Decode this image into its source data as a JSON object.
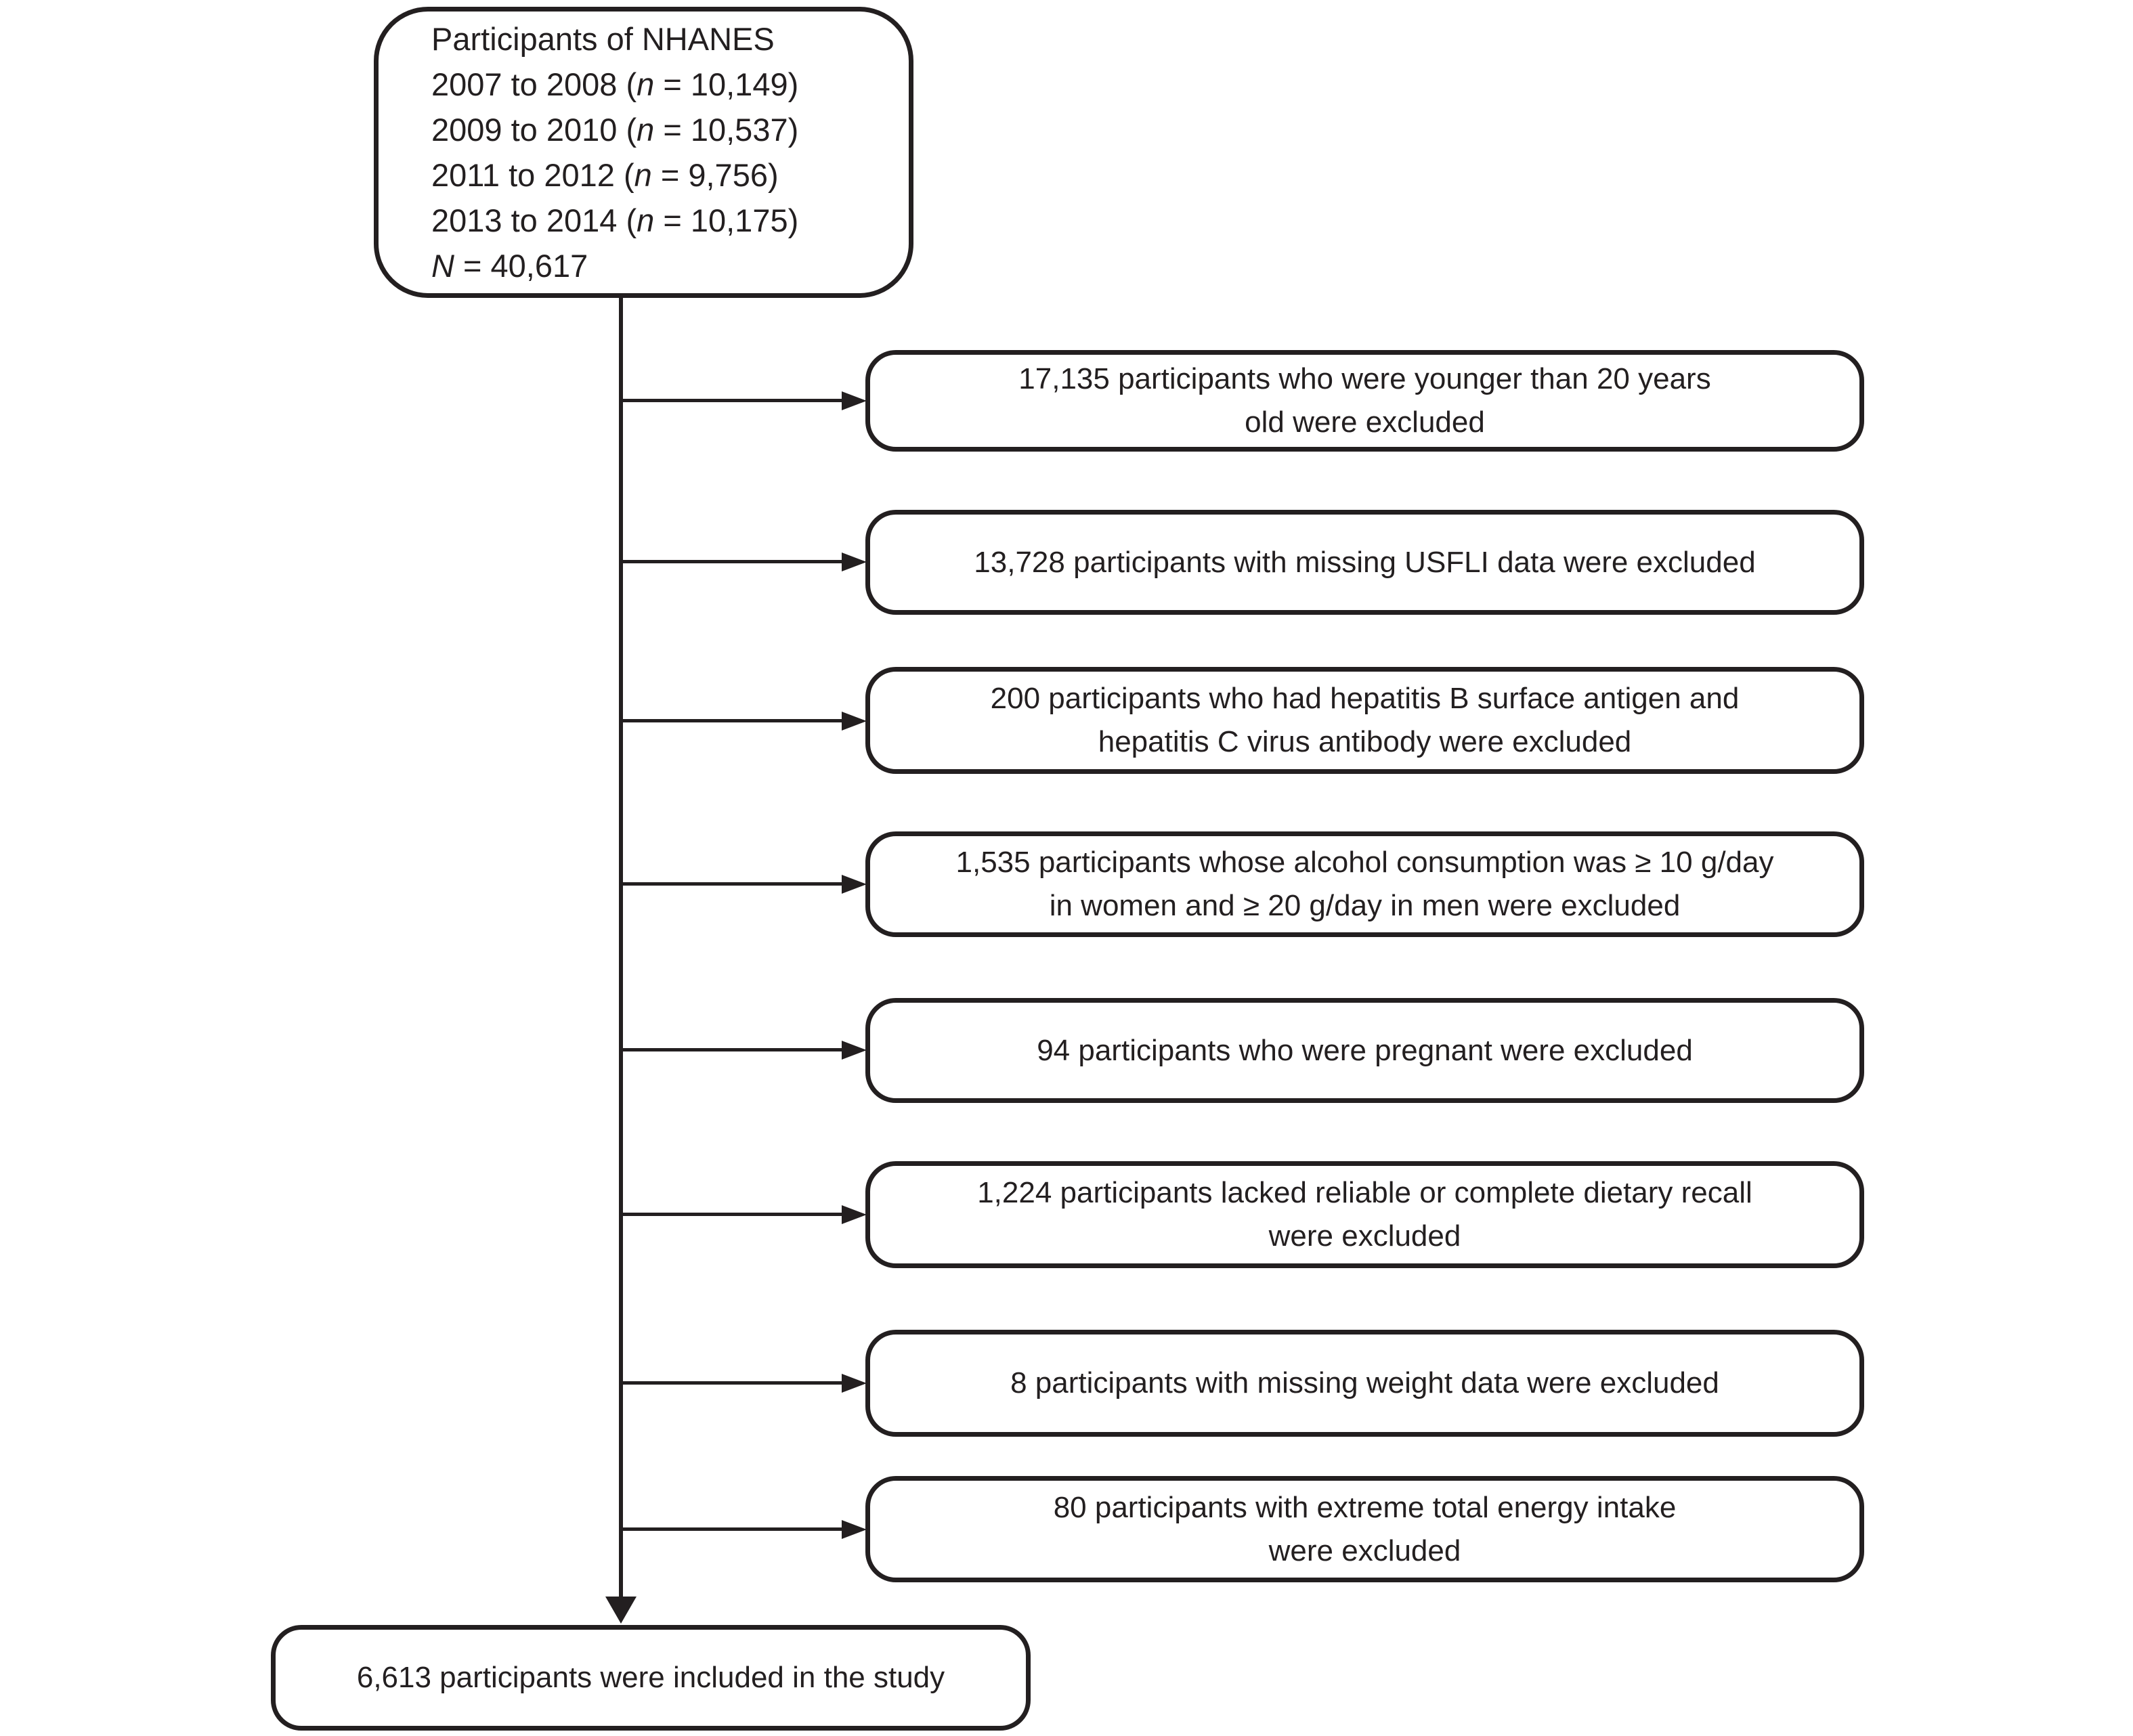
{
  "figure": {
    "background": "#ffffff",
    "ink_color": "#231f20",
    "source_box": {
      "lines_runs": [
        [
          {
            "t": "Participants of NHANES"
          }
        ],
        [
          {
            "t": "2007 to 2008 ("
          },
          {
            "t": "n",
            "i": true
          },
          {
            "t": " = 10,149)"
          }
        ],
        [
          {
            "t": "2009 to 2010 ("
          },
          {
            "t": "n",
            "i": true
          },
          {
            "t": " = 10,537)"
          }
        ],
        [
          {
            "t": "2011 to 2012 ("
          },
          {
            "t": "n",
            "i": true
          },
          {
            "t": " = 9,756)"
          }
        ],
        [
          {
            "t": "2013 to 2014 ("
          },
          {
            "t": "n",
            "i": true
          },
          {
            "t": " = 10,175)"
          }
        ],
        [
          {
            "t": "N",
            "i": true
          },
          {
            "t": " = 40,617"
          }
        ]
      ]
    },
    "exclusion_boxes": [
      {
        "lines": [
          "17,135 participants who were younger than 20 years",
          "old were excluded"
        ]
      },
      {
        "lines": [
          "13,728 participants with missing USFLI data were excluded"
        ]
      },
      {
        "lines": [
          "200 participants who had hepatitis B surface antigen and",
          "hepatitis C virus antibody were excluded"
        ]
      },
      {
        "lines": [
          "1,535 participants whose alcohol consumption was ≥ 10 g/day",
          "in women and ≥ 20 g/day in men were excluded"
        ]
      },
      {
        "lines": [
          "94 participants who were pregnant were excluded"
        ]
      },
      {
        "lines": [
          "1,224 participants lacked reliable or complete dietary recall",
          "were excluded"
        ]
      },
      {
        "lines": [
          "8 participants with missing weight data were excluded"
        ]
      },
      {
        "lines": [
          "80 participants with extreme total energy intake",
          "were excluded"
        ]
      }
    ],
    "final_box": {
      "lines": [
        "6,613 participants were included in the study"
      ]
    }
  }
}
